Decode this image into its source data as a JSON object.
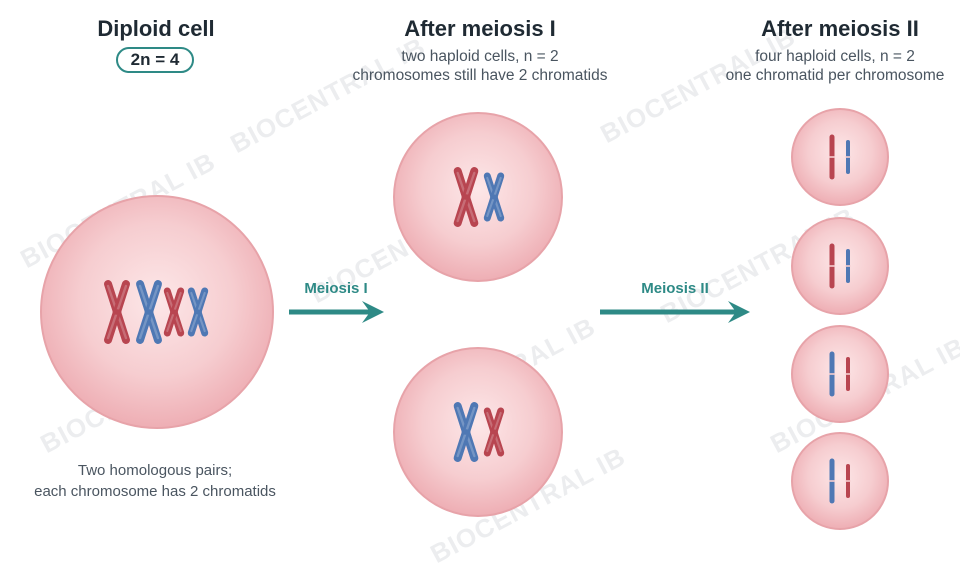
{
  "watermark": "BIOCENTRAL IB",
  "colors": {
    "maternal": "#b84550",
    "paternal": "#4f78b4",
    "arrow": "#2e8a86",
    "cell_fill": "#f4c2c6",
    "cell_edge": "#e7a3a9"
  },
  "stages": {
    "diploid": {
      "title": "Diploid cell",
      "badge": "2n = 4",
      "caption_line1": "Two homologous pairs;",
      "caption_line2": "each chromosome has 2 chromatids"
    },
    "meiosis1": {
      "title": "After meiosis I",
      "line1": "two haploid cells, n = 2",
      "line2": "chromosomes still have 2 chromatids"
    },
    "meiosis2": {
      "title": "After meiosis II",
      "line1": "four haploid cells, n = 2",
      "line2": "one chromatid per chromosome"
    }
  },
  "arrows": {
    "meiosis1_label": "Meiosis I",
    "meiosis2_label": "Meiosis II"
  }
}
